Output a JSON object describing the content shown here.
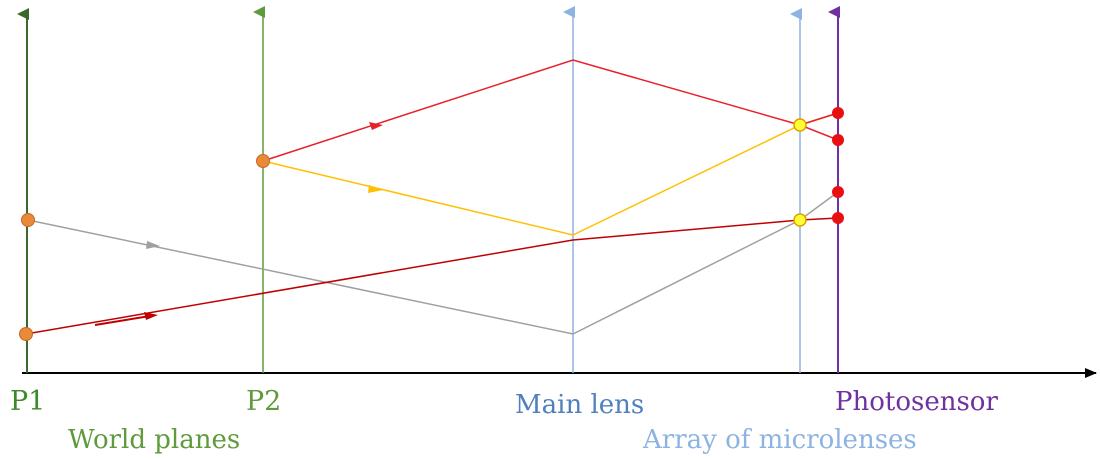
{
  "labels": {
    "p1": "P1",
    "p2": "P2",
    "main_lens": "Main lens",
    "photosensor": "Photosensor",
    "world_planes": "World planes",
    "microlenses": "Array of microlenses"
  },
  "colors": {
    "p1": "#3a6a2a",
    "p2": "#5f9a3c",
    "main_lens": "#4f81bd",
    "microlenses": "#8db3e2",
    "photosensor": "#7030a0",
    "ray_red": "#e8202a",
    "ray_darkred": "#c00000",
    "ray_yellow": "#ffc000",
    "ray_gray": "#a0a0a0",
    "source_point": "#e98a3a",
    "micro_point": "#ffff33",
    "sensor_point": "#e81010",
    "axis": "#000000"
  }
}
